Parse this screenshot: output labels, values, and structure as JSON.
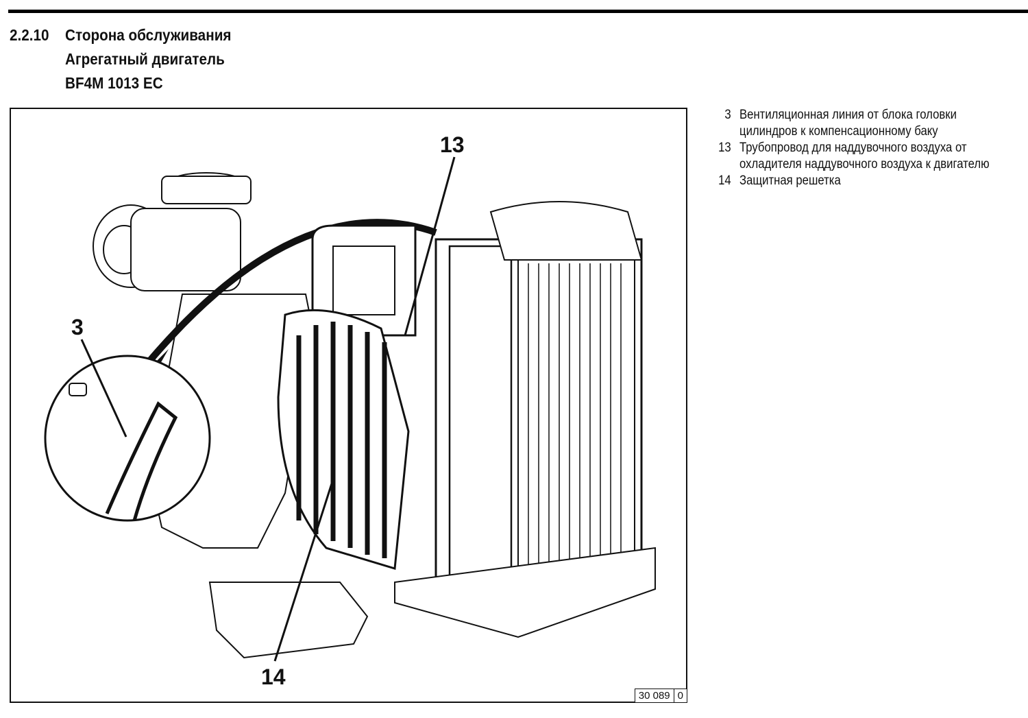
{
  "heading": {
    "number": "2.2.10",
    "line1": "Сторона обслуживания",
    "line2": "Агрегатный двигатель",
    "line3": "BF4M 1013 EC"
  },
  "figure": {
    "code": "30 089",
    "revision": "0",
    "callouts": {
      "c3": "3",
      "c13": "13",
      "c14": "14"
    }
  },
  "legend": [
    {
      "num": "3",
      "text": "Вентиляционная линия от блока головки цилиндров к компенсационному баку"
    },
    {
      "num": "13",
      "text": "Трубопровод для наддувочного воздуха от охладителя наддувочного воздуха к двигателю"
    },
    {
      "num": "14",
      "text": "Защитная решетка"
    }
  ]
}
